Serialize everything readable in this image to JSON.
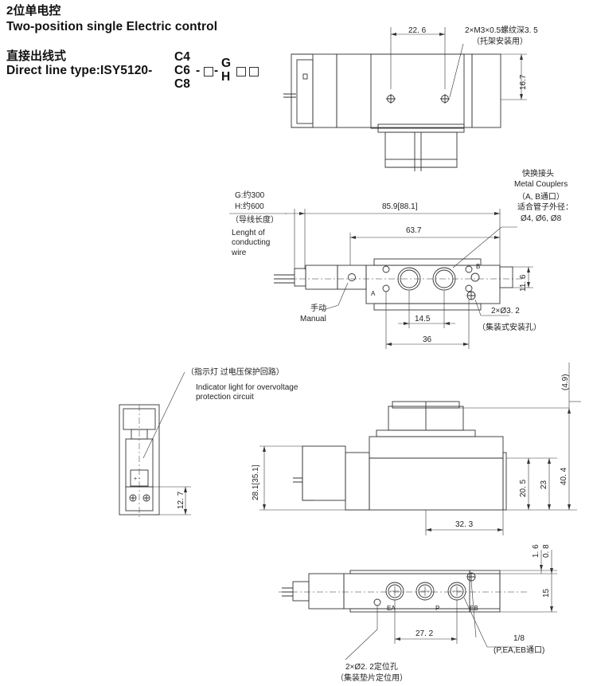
{
  "header": {
    "title_cn": "2位单电控",
    "title_en": "Two-position single Electric control",
    "subtitle_cn": "直接出线式",
    "type_prefix": "Direct line type:ISY5120-",
    "code_options": [
      "C4",
      "C6",
      "C8"
    ],
    "wire_options": [
      "G",
      "H"
    ]
  },
  "top_view": {
    "dim_width": "22. 6",
    "screw_note_1": "2×M3×0.5螺纹深3. 5",
    "screw_note_2": "（托架安装用）",
    "dim_height": "16.7"
  },
  "front_view": {
    "coupler_cn": "快换接头",
    "coupler_en": "Metal Couplers",
    "coupler_ports": "（A, B通口）",
    "tube_dia_cn": "适合管子外径：",
    "tube_dia_values": "Ø4, Ø6, Ø8",
    "wire_g": "G:约300",
    "wire_h": "H:约600",
    "wire_len_cn": "（导线长度）",
    "wire_len_en_1": "Lenght of",
    "wire_len_en_2": "conducting",
    "wire_len_en_3": "wire",
    "dim_total": "85.9[88.1]",
    "dim_body": "63.7",
    "dim_height": "11. 6",
    "dim_pitch": "14.5",
    "dim_36": "36",
    "manual_cn": "手动",
    "manual_en": "Manual",
    "hole_note_1": "2×Ø3. 2",
    "hole_note_2": "（集装式安装孔）",
    "port_a": "A",
    "port_b": "B"
  },
  "side_view": {
    "indicator_cn": "（指示灯 过电压保护回路）",
    "indicator_en_1": "Indicator light for overvoltage",
    "indicator_en_2": "protection circuit",
    "dim_12_7": "12. 7"
  },
  "elevation_view": {
    "dim_4_9": "(4.9)",
    "dim_28_1": "28.1[35.1]",
    "dim_20_5": "20. 5",
    "dim_23": "23",
    "dim_40_4": "40. 4",
    "dim_32_3": "32. 3"
  },
  "bottom_view": {
    "dim_1_6": "1. 6",
    "dim_0_8": "0. 8",
    "dim_15": "15",
    "dim_27_2": "27. 2",
    "port_ea": "EA",
    "port_p": "P",
    "port_eb": "EB",
    "thread": "1/8",
    "thread_ports": "(P,EA,EB通口)",
    "pin_note_1": "2×Ø2. 2定位孔",
    "pin_note_2": "（集装垫片定位用）"
  }
}
